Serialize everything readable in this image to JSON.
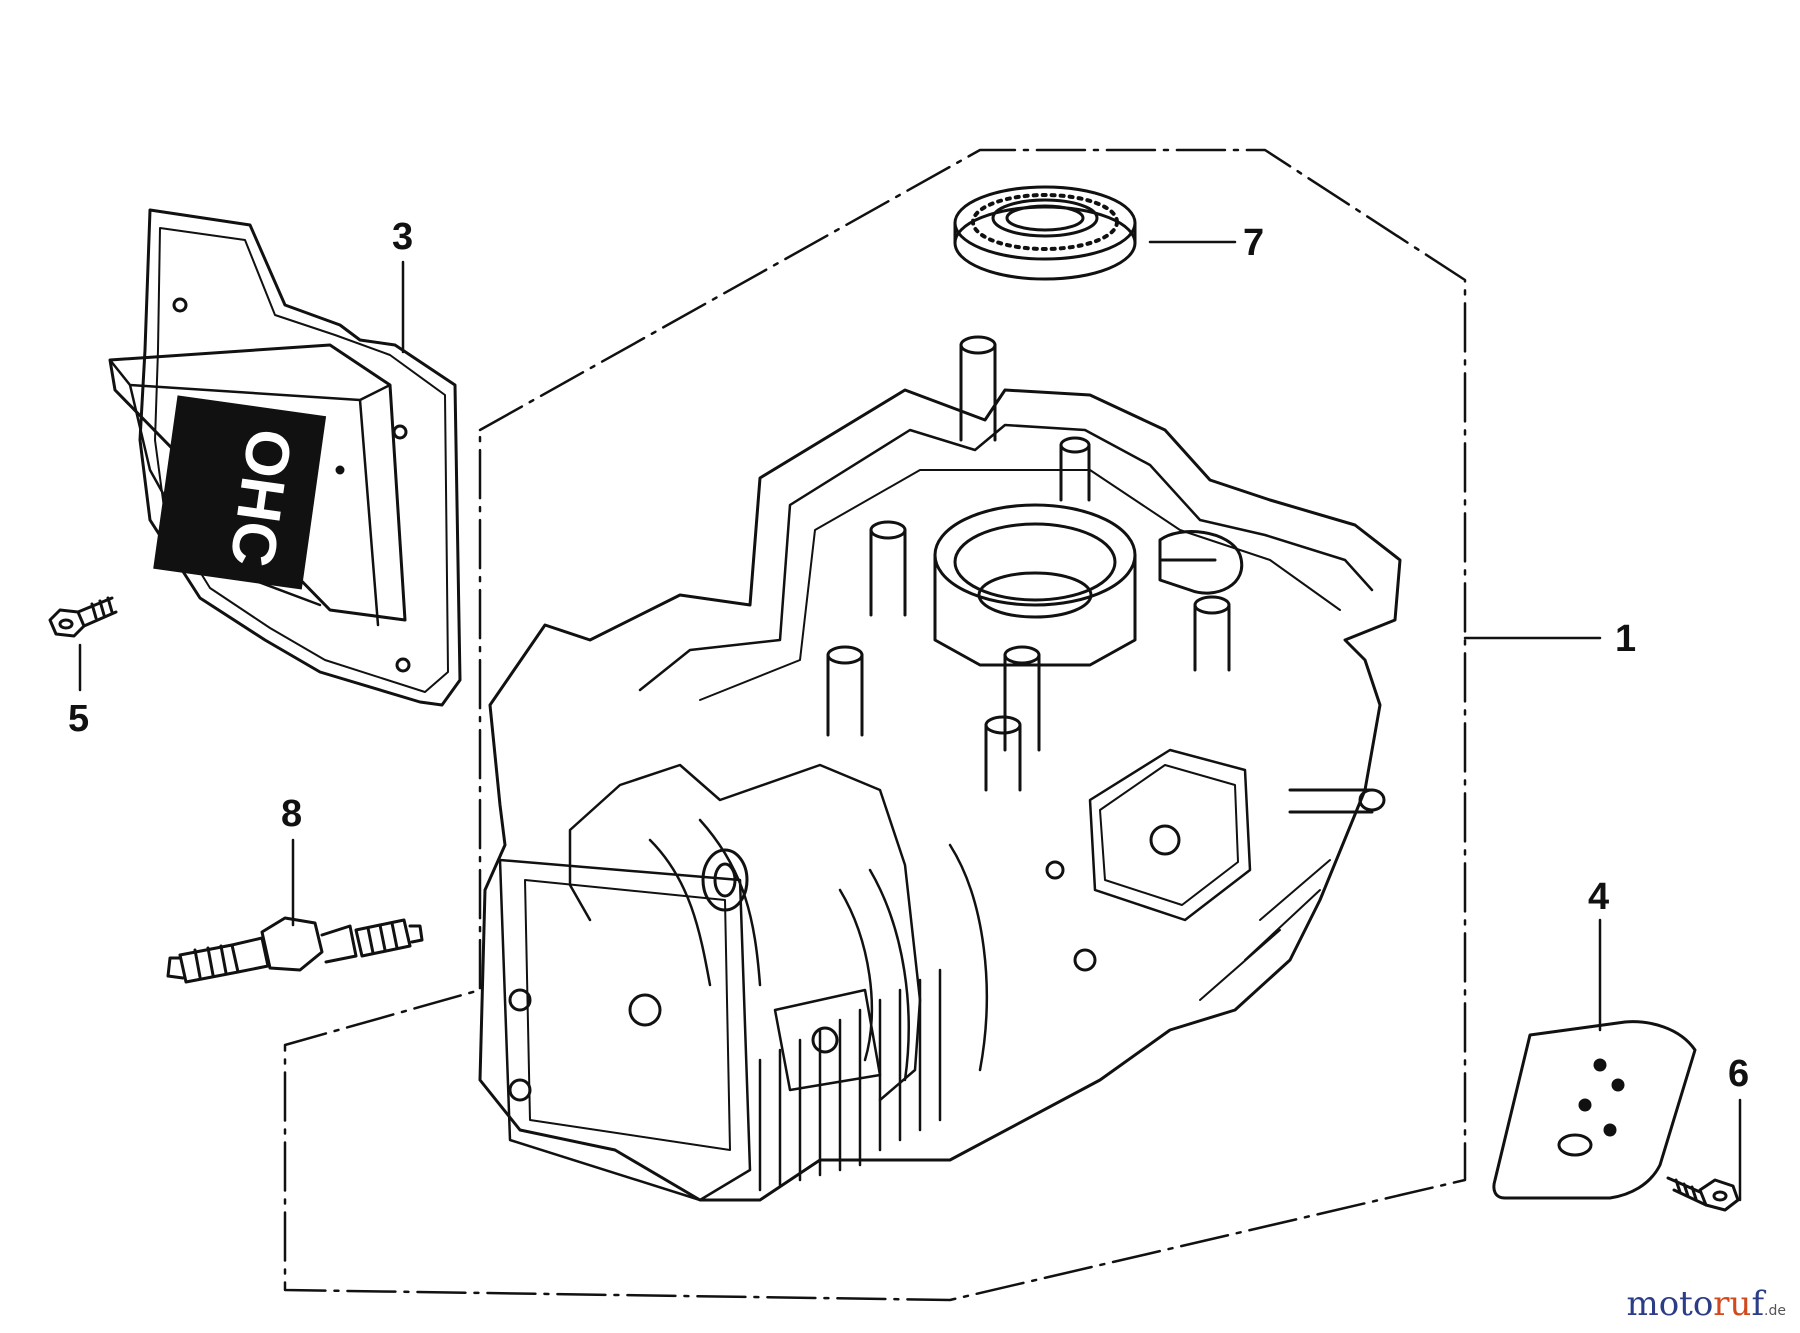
{
  "diagram": {
    "title": "Short block engine assembly – exploded parts view",
    "callouts": {
      "c1": "1",
      "c3": "3",
      "c4": "4",
      "c5": "5",
      "c6": "6",
      "c7": "7",
      "c8": "8"
    },
    "valve_cover_lettering": "OHC"
  },
  "watermark": {
    "brand_a": "moto",
    "brand_b": "ru",
    "brand_c": "f",
    "tld": ".de"
  },
  "colors": {
    "ink": "#111111",
    "paper": "#ffffff",
    "brand_blue": "#2a3d86",
    "brand_orange": "#d04a1e"
  }
}
